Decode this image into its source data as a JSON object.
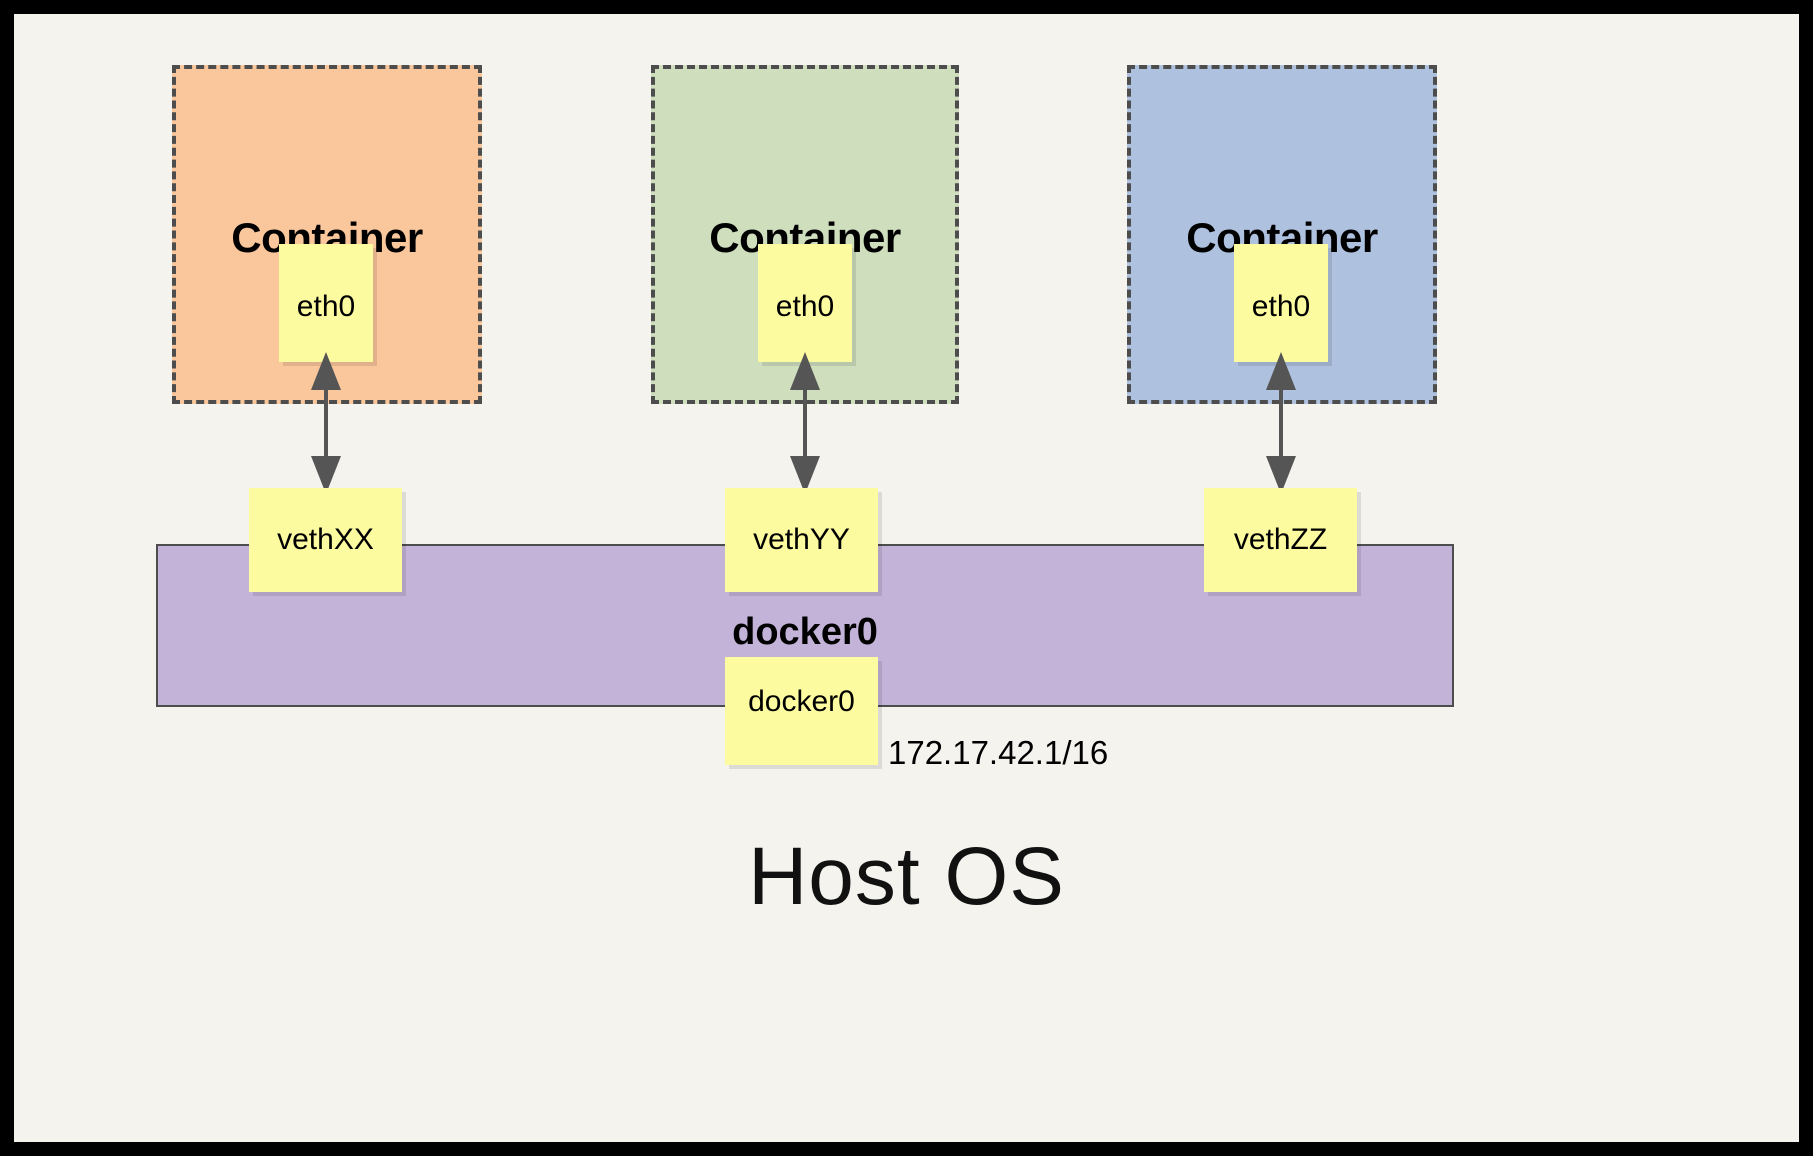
{
  "diagram": {
    "title_caption": "Host OS",
    "containers": [
      {
        "title": "Container",
        "iface": "eth0",
        "color": "#fac69b"
      },
      {
        "title": "Container",
        "iface": "eth0",
        "color": "#cfdfbe"
      },
      {
        "title": "Container",
        "iface": "eth0",
        "color": "#aec1de"
      }
    ],
    "veths": [
      {
        "label": "vethXX"
      },
      {
        "label": "vethYY"
      },
      {
        "label": "vethZZ"
      }
    ],
    "bridge": {
      "name": "docker0",
      "note_label": "docker0",
      "ip": "172.17.42.1/16",
      "color": "#c4b3d8"
    },
    "arrows": [
      {
        "name": "eth0-to-vethXX",
        "style": "double-headed"
      },
      {
        "name": "eth0-to-vethYY",
        "style": "double-headed"
      },
      {
        "name": "eth0-to-vethZZ",
        "style": "double-headed"
      }
    ],
    "colors": {
      "background": "#f4f3ee",
      "frame": "#000000",
      "note": "#fdfba0",
      "dash_border": "#4d4d4d",
      "arrow": "#555555"
    }
  }
}
